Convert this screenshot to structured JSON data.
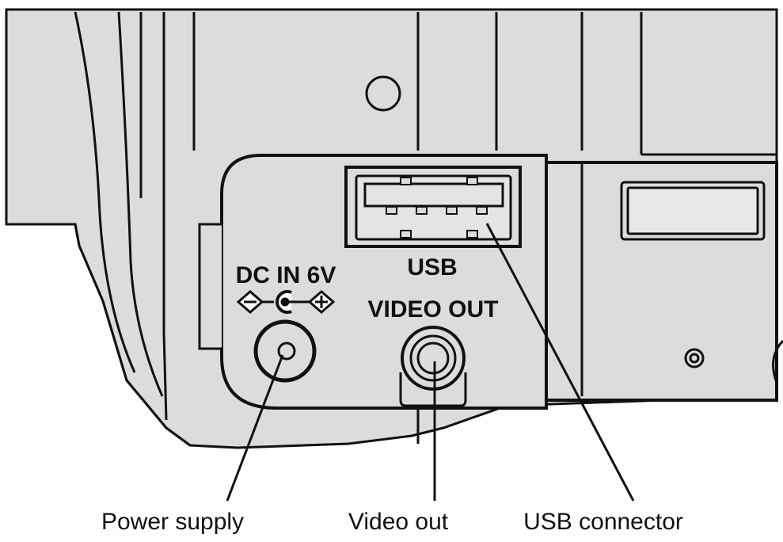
{
  "port_labels": {
    "dc_in": "DC IN 6V",
    "usb": "USB",
    "video_out": "VIDEO OUT"
  },
  "callouts": {
    "power_supply": "Power supply",
    "video_out": "Video out",
    "usb_connector": "USB connector"
  },
  "colors": {
    "body_fill": "#dcdcdc",
    "line": "#111111",
    "background": "#ffffff"
  }
}
